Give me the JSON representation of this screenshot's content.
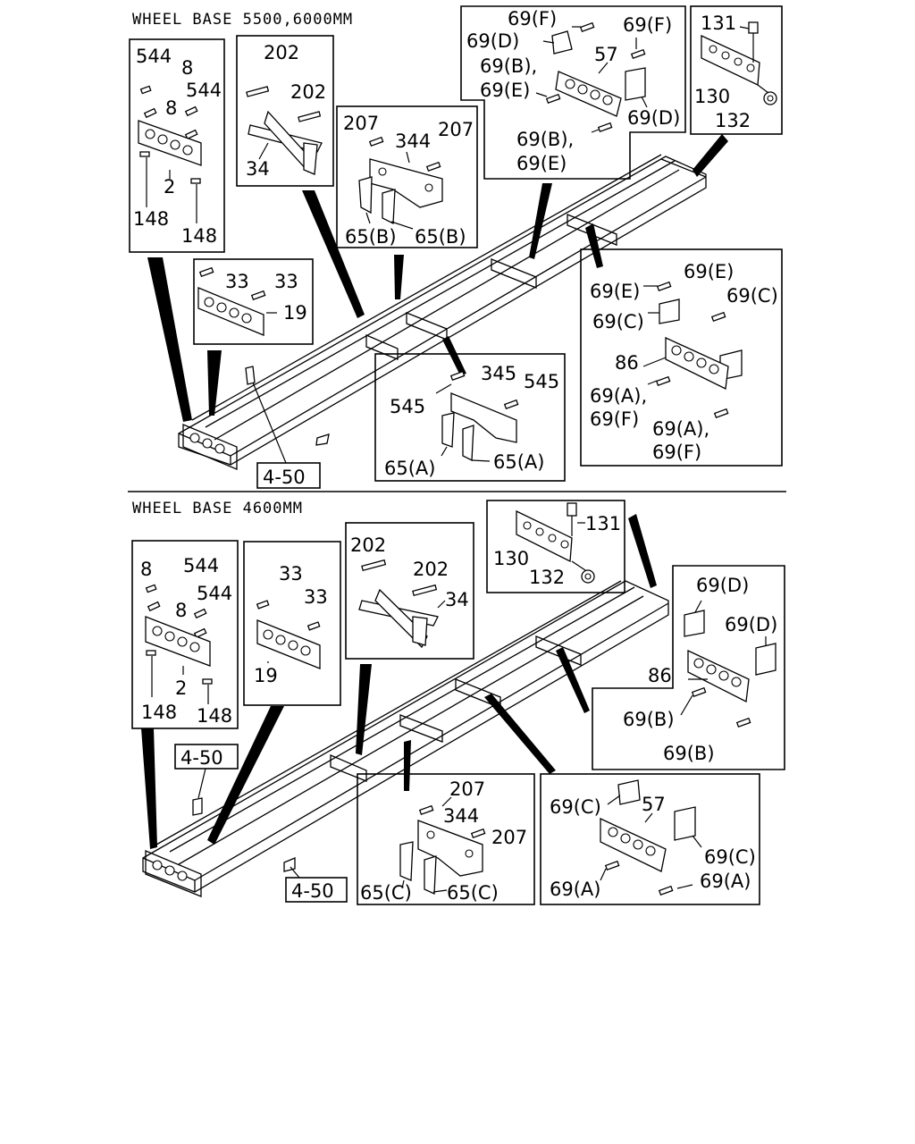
{
  "sections": [
    {
      "header": "WHEEL BASE 5500,6000MM",
      "groups": [
        {
          "labels": [
            "544",
            "8",
            "544",
            "8",
            "2",
            "148",
            "148"
          ]
        },
        {
          "labels": [
            "202",
            "202",
            "34"
          ]
        },
        {
          "labels": [
            "207",
            "344",
            "207",
            "65(B)",
            "65(B)"
          ]
        },
        {
          "labels": [
            "69(F)",
            "69(F)",
            "69(D)",
            "69(B),",
            "57",
            "69(E)",
            "69(D)",
            "69(B),",
            "69(E)"
          ]
        },
        {
          "labels": [
            "131",
            "130",
            "132"
          ]
        },
        {
          "labels": [
            "33",
            "33",
            "19"
          ]
        },
        {
          "labels": [
            "545",
            "345",
            "545",
            "65(A)",
            "65(A)"
          ]
        },
        {
          "labels": [
            "69(E)",
            "69(E)",
            "69(C)",
            "69(C)",
            "86",
            "69(A),",
            "69(F)",
            "69(A),",
            "69(F)"
          ]
        }
      ],
      "refs": [
        "4-50"
      ]
    },
    {
      "header": "WHEEL BASE 4600MM",
      "groups": [
        {
          "labels": [
            "8",
            "544",
            "544",
            "8",
            "2",
            "148",
            "148"
          ]
        },
        {
          "labels": [
            "33",
            "33",
            "19"
          ]
        },
        {
          "labels": [
            "202",
            "202",
            "34"
          ]
        },
        {
          "labels": [
            "131",
            "130",
            "132"
          ]
        },
        {
          "labels": [
            "69(D)",
            "69(D)",
            "86",
            "69(B)",
            "69(B)"
          ]
        },
        {
          "labels": [
            "207",
            "344",
            "207",
            "65(C)",
            "65(C)"
          ]
        },
        {
          "labels": [
            "69(C)",
            "57",
            "69(C)",
            "69(A)",
            "69(A)"
          ]
        }
      ],
      "refs": [
        "4-50",
        "4-50"
      ]
    }
  ]
}
